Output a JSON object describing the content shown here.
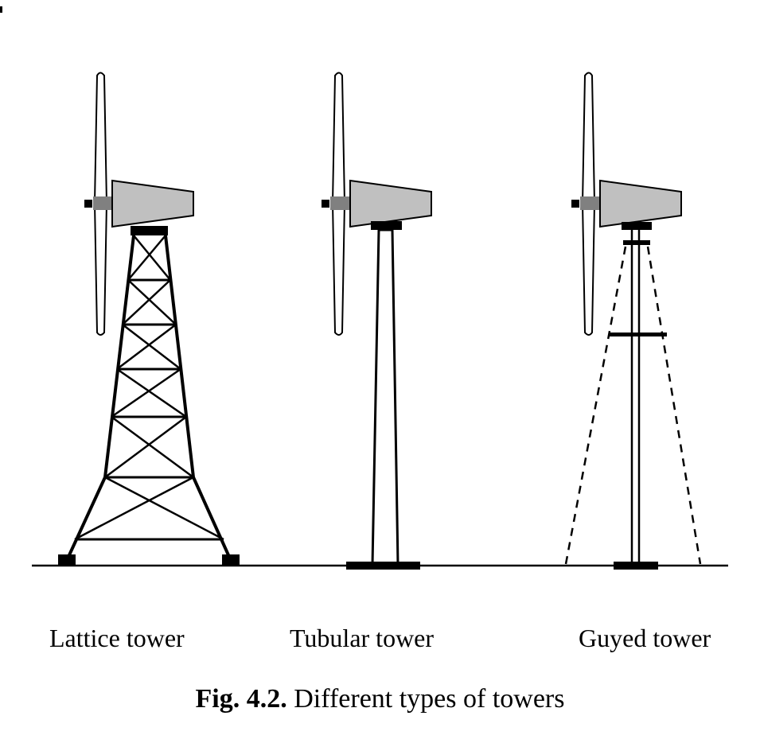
{
  "labels": {
    "lattice": "Lattice tower",
    "tubular": "Tubular tower",
    "guyed": "Guyed tower"
  },
  "caption": {
    "prefix": "Fig. 4.2.",
    "text": " Different types of towers"
  },
  "colors": {
    "nacelle_fill": "#c0c0c0",
    "hub_fill": "#808080",
    "line": "#000000",
    "background": "#ffffff"
  }
}
